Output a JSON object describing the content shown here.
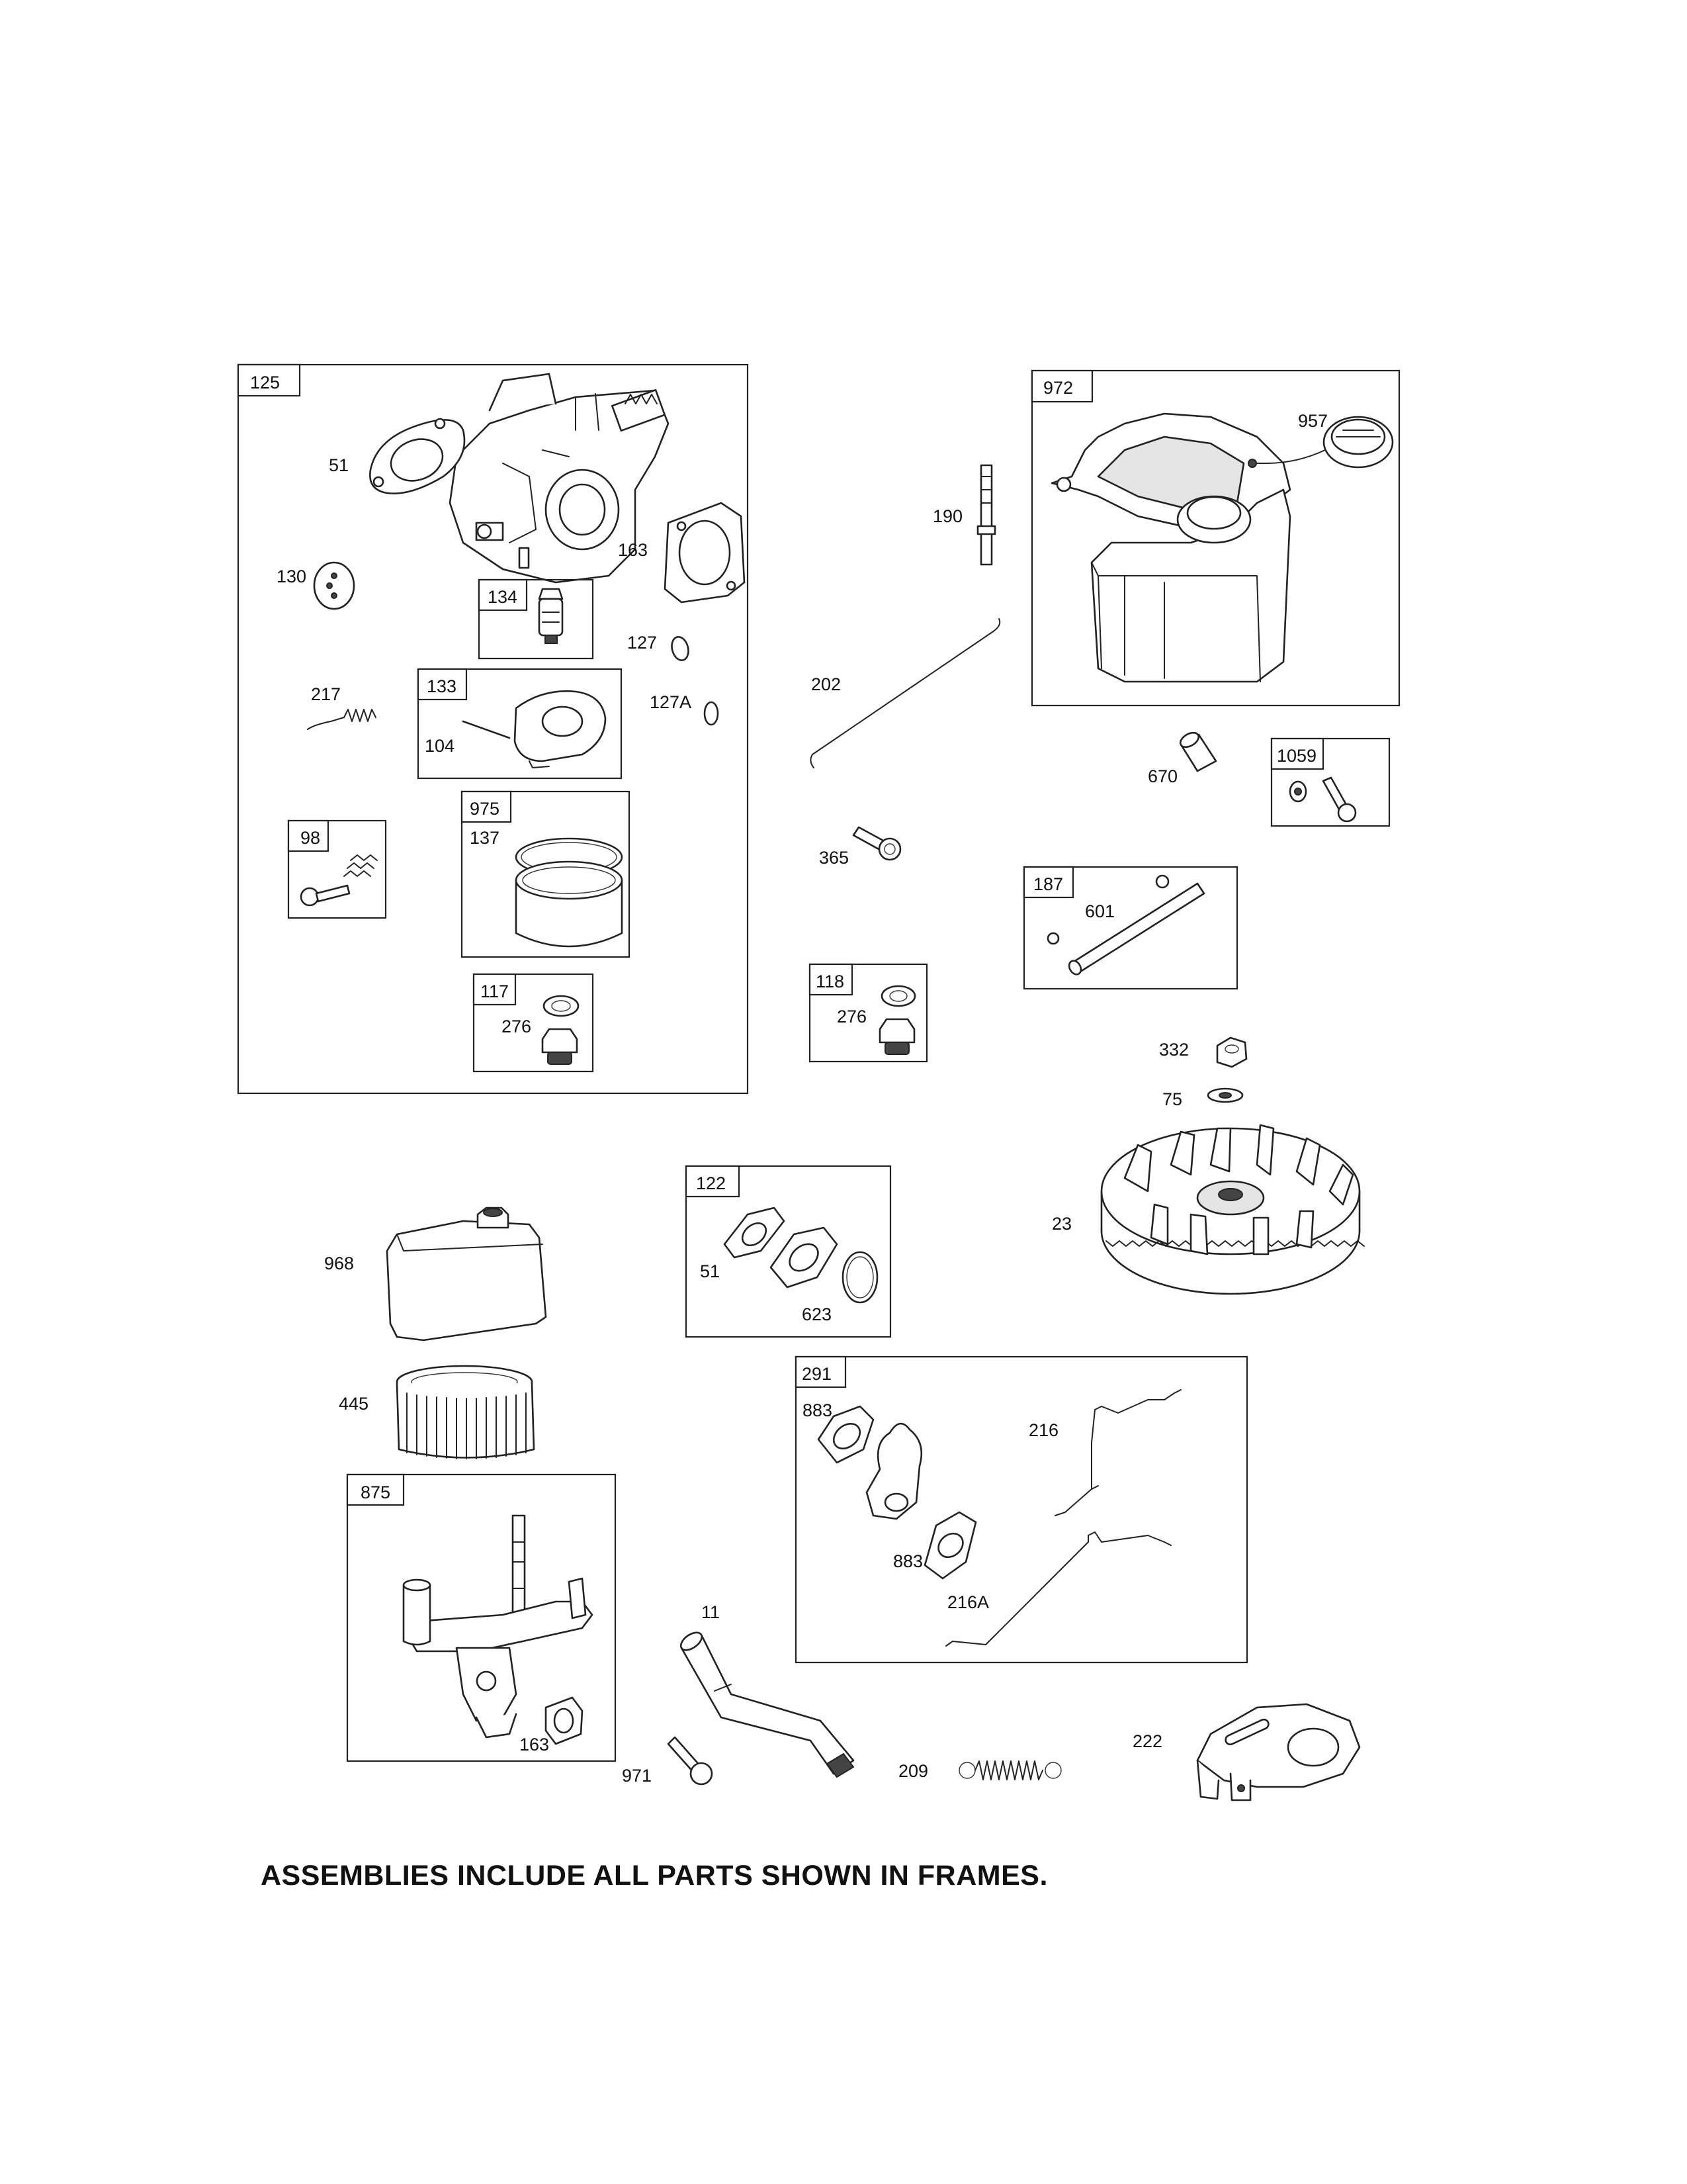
{
  "frames": {
    "f125": "125",
    "f134": "134",
    "f133": "133",
    "f975": "975",
    "f98": "98",
    "f117": "117",
    "f972": "972",
    "f1059": "1059",
    "f187": "187",
    "f118": "118",
    "f122": "122",
    "f291": "291",
    "f875": "875"
  },
  "parts": {
    "p51a": "51",
    "p163a": "163",
    "p130": "130",
    "p127": "127",
    "p127A": "127A",
    "p217": "217",
    "p104": "104",
    "p137": "137",
    "p276a": "276",
    "p957": "957",
    "p190": "190",
    "p202": "202",
    "p670": "670",
    "p365": "365",
    "p601": "601",
    "p276b": "276",
    "p332": "332",
    "p75": "75",
    "p23": "23",
    "p968": "968",
    "p51b": "51",
    "p623": "623",
    "p445": "445",
    "p883a": "883",
    "p883b": "883",
    "p216": "216",
    "p216A": "216A",
    "p163b": "163",
    "p11": "11",
    "p971": "971",
    "p209": "209",
    "p222": "222"
  },
  "footnote": "ASSEMBLIES INCLUDE ALL PARTS SHOWN IN FRAMES."
}
